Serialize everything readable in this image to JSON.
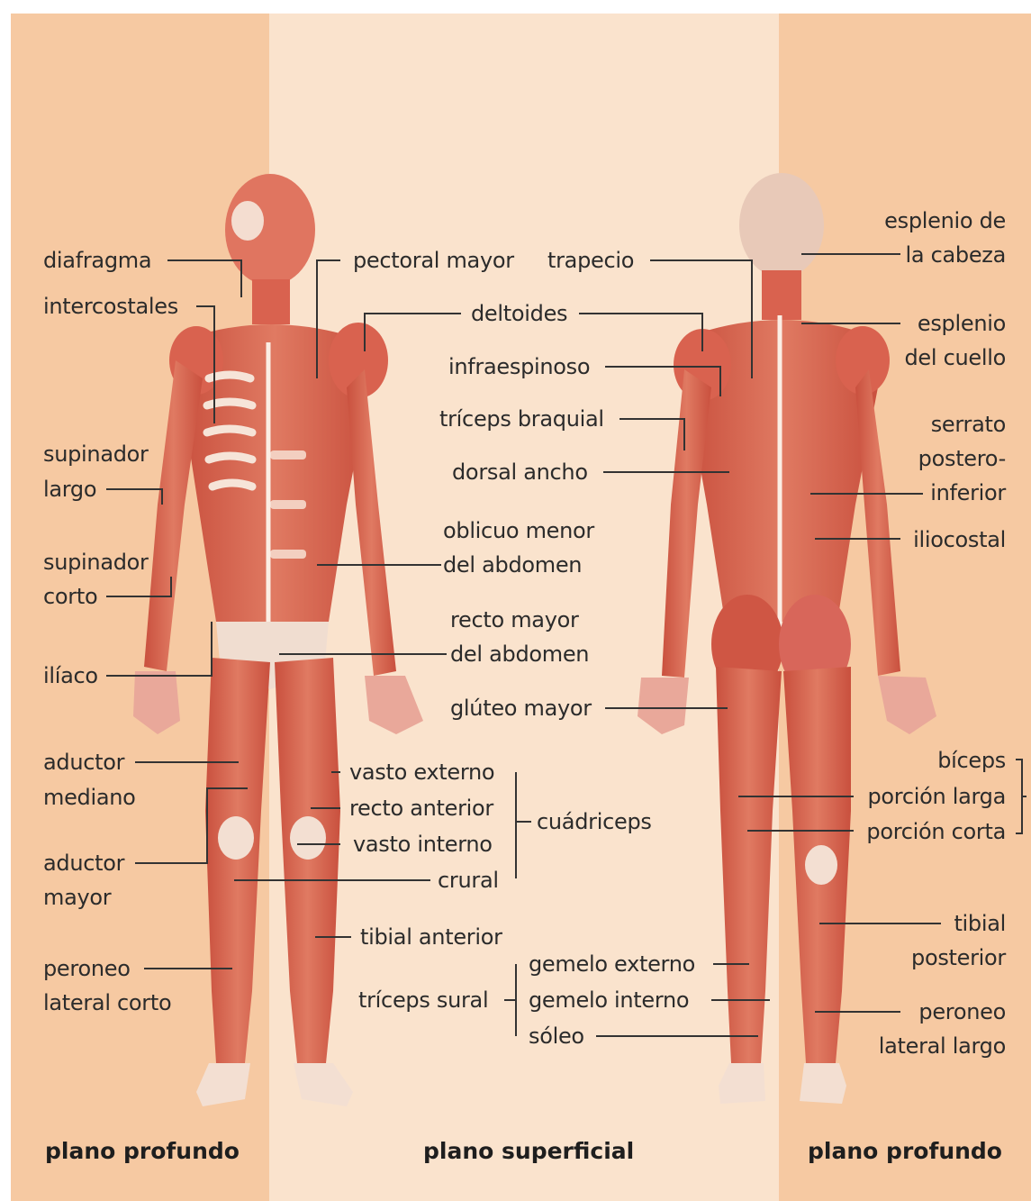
{
  "labels": {
    "diafragma": "diafragma",
    "intercostales": "intercostales",
    "supinador_largo_1": "supinador",
    "supinador_largo_2": "largo",
    "supinador_corto_1": "supinador",
    "supinador_corto_2": "corto",
    "iliaco": "ilíaco",
    "aductor_mediano_1": "aductor",
    "aductor_mediano_2": "mediano",
    "aductor_mayor_1": "aductor",
    "aductor_mayor_2": "mayor",
    "peroneo_corto_1": "peroneo",
    "peroneo_corto_2": "lateral corto",
    "pectoral_mayor": "pectoral mayor",
    "trapecio": "trapecio",
    "deltoides": "deltoides",
    "infraespinoso": "infraespinoso",
    "triceps_braquial": "tríceps braquial",
    "dorsal_ancho": "dorsal ancho",
    "oblicuo_1": "oblicuo menor",
    "oblicuo_2": "del abdomen",
    "recto_mayor_1": "recto mayor",
    "recto_mayor_2": "del abdomen",
    "gluteo_mayor": "glúteo mayor",
    "vasto_externo": "vasto externo",
    "recto_anterior": "recto anterior",
    "vasto_interno": "vasto interno",
    "crural": "crural",
    "cuadriceps": "cuádriceps",
    "tibial_anterior": "tibial anterior",
    "gemelo_externo": "gemelo externo",
    "gemelo_interno": "gemelo interno",
    "soleo": "sóleo",
    "triceps_sural": "tríceps sural",
    "esplenio_cabeza_1": "esplenio de",
    "esplenio_cabeza_2": "la cabeza",
    "esplenio_cuello_1": "esplenio",
    "esplenio_cuello_2": "del cuello",
    "serrato_1": "serrato",
    "serrato_2": "postero-",
    "serrato_3": "inferior",
    "iliocostal": "iliocostal",
    "biceps": "bíceps",
    "porcion_larga": "porción larga",
    "porcion_corta": "porción corta",
    "tibial_posterior_1": "tibial",
    "tibial_posterior_2": "posterior",
    "peroneo_largo_1": "peroneo",
    "peroneo_largo_2": "lateral largo"
  },
  "planes": {
    "left": "plano profundo",
    "center": "plano superficial",
    "right": "plano profundo"
  },
  "colors": {
    "band_outer": "#f6c9a2",
    "band_center": "#fae3cd",
    "muscle": "#d9624f",
    "muscle_light": "#e88a74",
    "tendon": "#fbeee4",
    "leader": "#333333"
  }
}
